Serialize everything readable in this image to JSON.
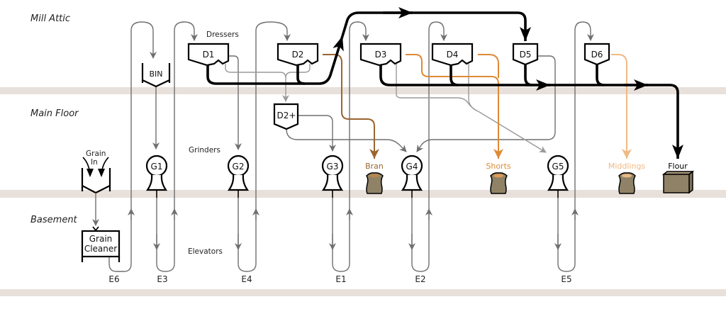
{
  "floors": {
    "attic": "Mill Attic",
    "main": "Main Floor",
    "basement": "Basement"
  },
  "group_labels": {
    "dressers": "Dressers",
    "grinders": "Grinders",
    "elevators": "Elevators"
  },
  "bin_label": "BIN",
  "grain_in": [
    "Grain",
    "In"
  ],
  "grain_cleaner": [
    "Grain",
    "Cleaner"
  ],
  "dressers": [
    "D1",
    "D2",
    "D3",
    "D4",
    "D5",
    "D6"
  ],
  "dresser_extra": "D2+",
  "grinders": [
    "G1",
    "G2",
    "G3",
    "G4",
    "G5"
  ],
  "elevators": [
    "E6",
    "E3",
    "E4",
    "E1",
    "E2",
    "E5"
  ],
  "outputs": {
    "bran": "Bran",
    "shorts": "Shorts",
    "middlings": "Middlings",
    "flour": "Flour"
  },
  "colors": {
    "floor_band": "#e8e0da",
    "bran": "#9a6532",
    "shorts": "#de8a35",
    "middlings": "#f0b983",
    "flour": "#000000",
    "sack": "#8f8266",
    "flow_gray": "#6f6f6f"
  }
}
